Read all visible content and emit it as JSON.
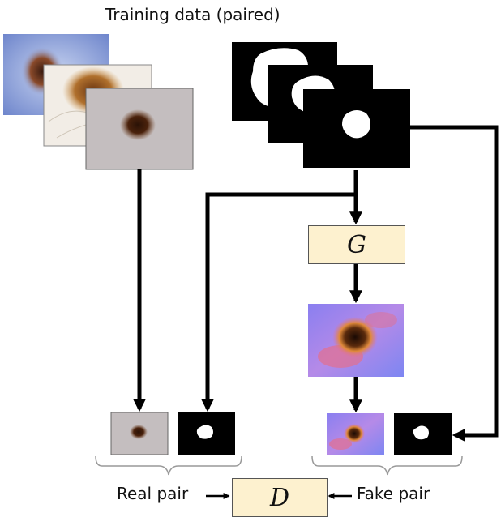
{
  "title": "Training data (paired)",
  "generator_label": "G",
  "discriminator_label": "D",
  "real_pair_label": "Real pair",
  "fake_pair_label": "Fake pair",
  "colors": {
    "box_fill": "#fdf1cf",
    "arrow": "#000000",
    "mask_background": "#000000",
    "mask_foreground": "#ffffff"
  }
}
